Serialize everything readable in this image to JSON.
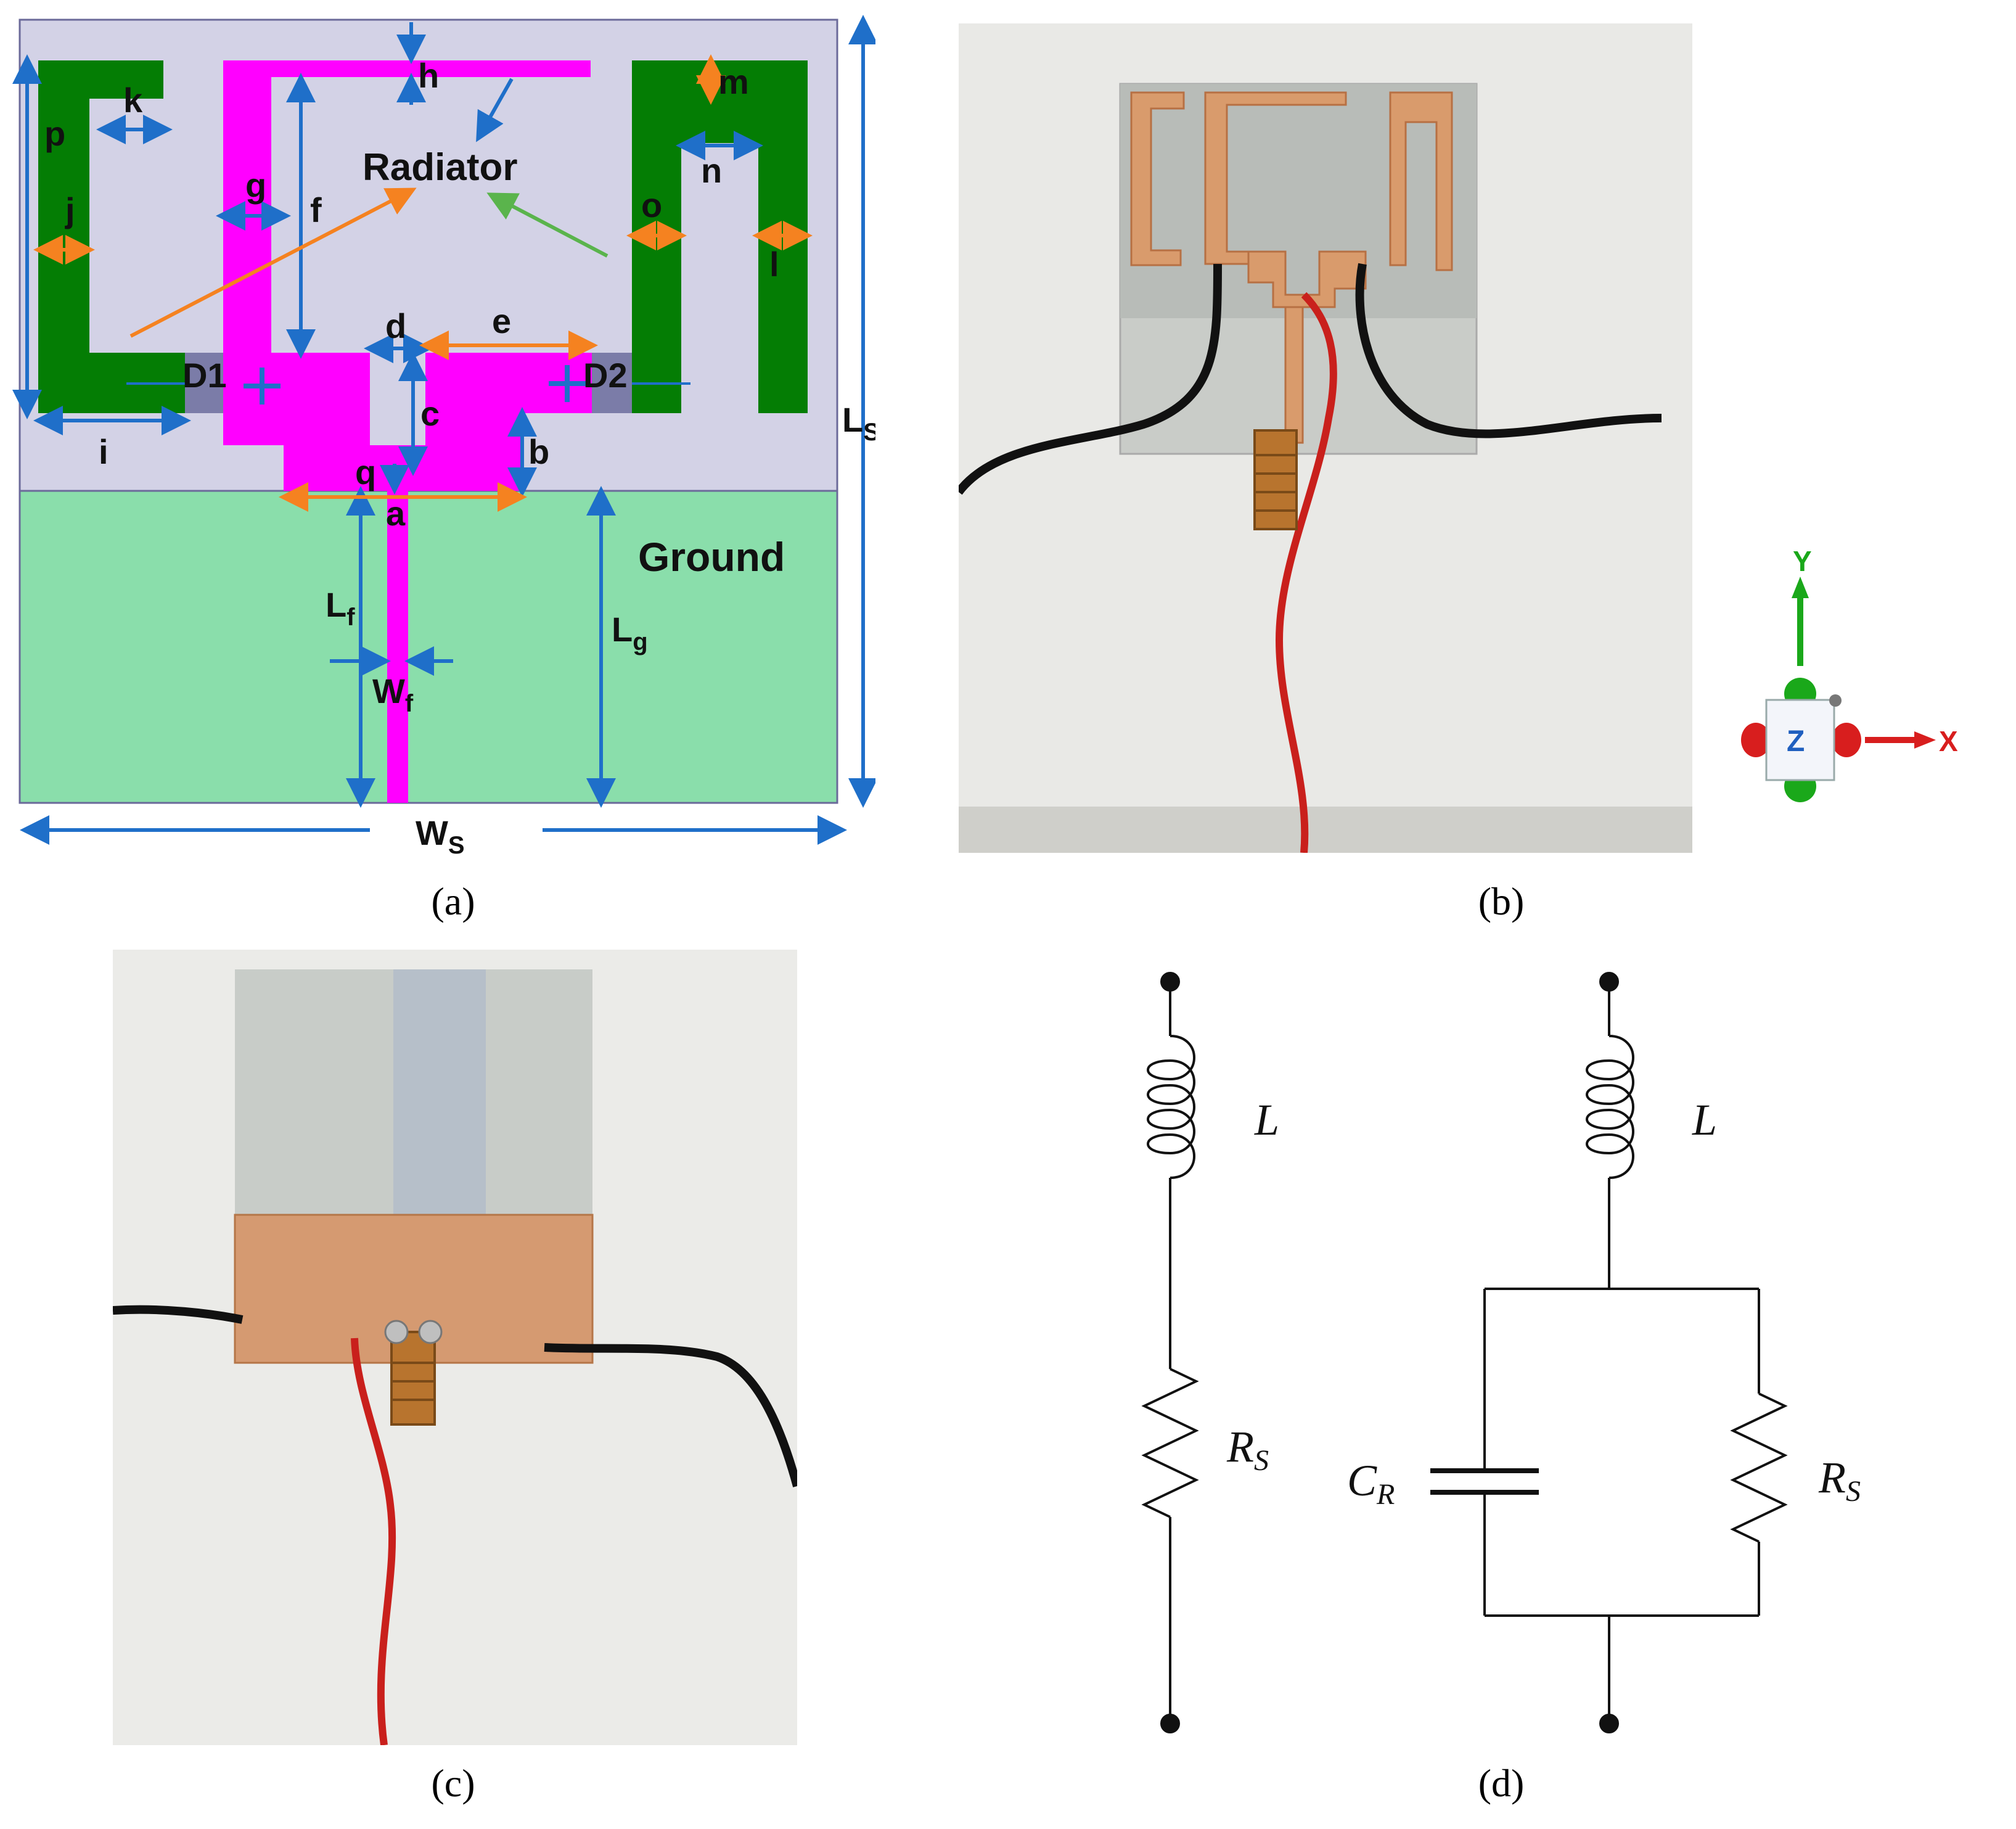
{
  "panel_a": {
    "labels": {
      "h": "h",
      "m": "m",
      "k": "k",
      "p": "p",
      "j": "j",
      "g": "g",
      "f": "f",
      "radiator": "Radiator",
      "n": "n",
      "o": "o",
      "l": "l",
      "d": "d",
      "e": "e",
      "d1": "D1",
      "d2": "D2",
      "c": "c",
      "b": "b",
      "i": "i",
      "q": "q",
      "a": "a",
      "ground": "Ground",
      "lf": "L",
      "lf_sub": "f",
      "lg": "L",
      "lg_sub": "g",
      "wf": "W",
      "wf_sub": "f",
      "ls": "L",
      "ls_sub": "S",
      "ws": "W",
      "ws_sub": "S"
    },
    "colors": {
      "substrate": "#d3d2e6",
      "ground": "#8adeab",
      "radiator": "#ff00ff",
      "parasitic": "#047d04",
      "diode": "#7b7ca8",
      "dim_arrow_blue": "#1f6fc9",
      "dim_arrow_orange": "#f58220",
      "green_arrow": "#5ab44c"
    }
  },
  "panel_b": {
    "axis": {
      "y": "Y",
      "z": "Z",
      "x": "X"
    }
  },
  "panel_d": {
    "left": {
      "inductor": "L",
      "resistor": "R",
      "resistor_sub": "S"
    },
    "right": {
      "inductor": "L",
      "capacitor": "C",
      "capacitor_sub": "R",
      "resistor": "R",
      "resistor_sub": "S"
    }
  },
  "captions": {
    "a": "(a)",
    "b": "(b)",
    "c": "(c)",
    "d": "(d)"
  }
}
